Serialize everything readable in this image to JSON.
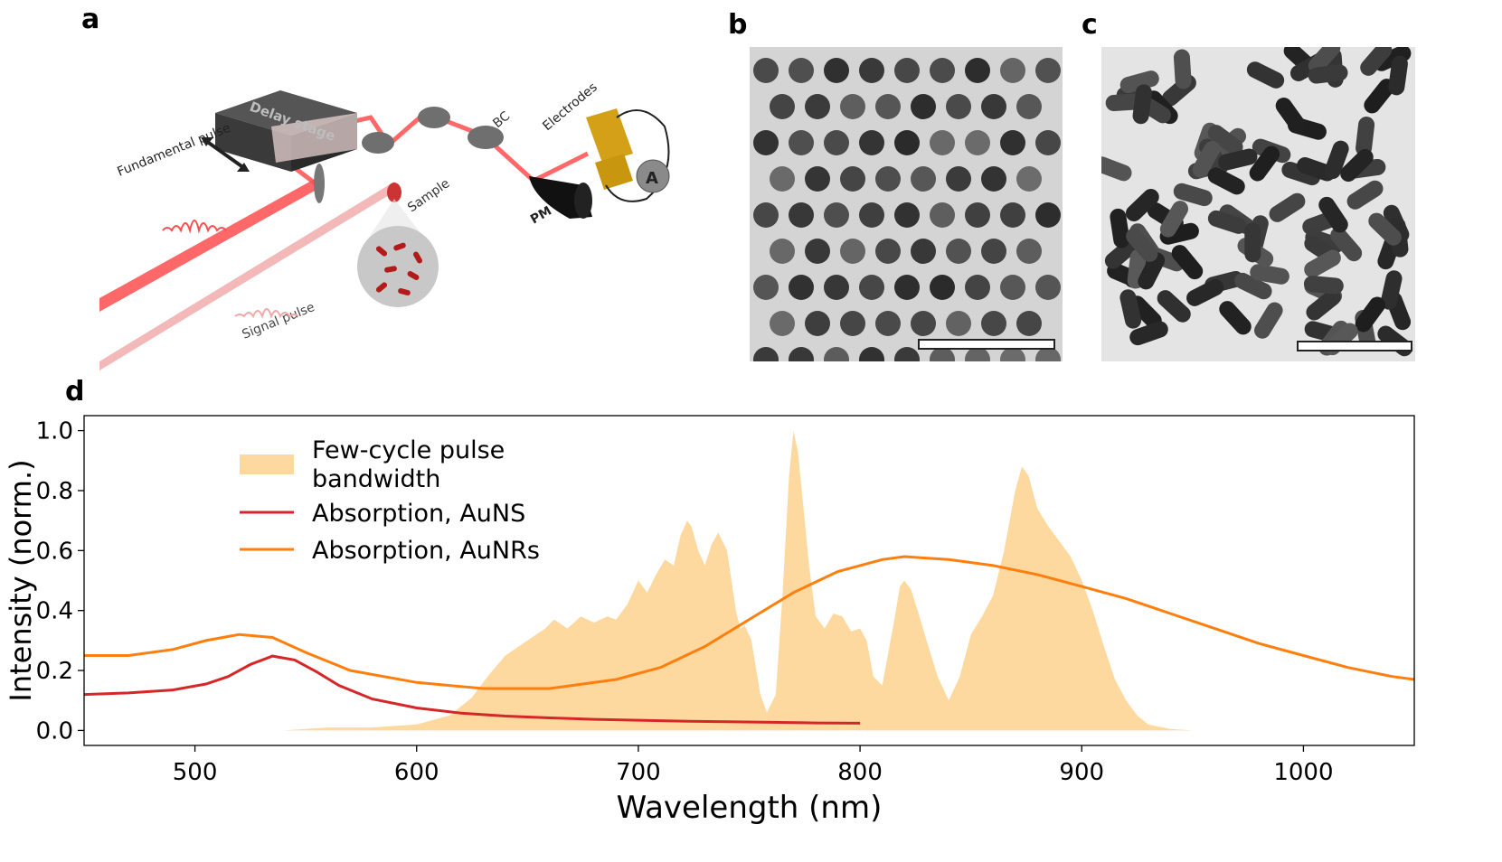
{
  "panel_labels": {
    "a": "a",
    "b": "b",
    "c": "c",
    "d": "d"
  },
  "setup": {
    "delay_stage": "Delay stage",
    "fundamental_pulse": "Fundamental pulse",
    "signal_pulse": "Signal pulse",
    "sample": "Sample",
    "bc": "BC",
    "electrodes": "Electrodes",
    "pm": "PM",
    "ammeter": "A",
    "colors": {
      "beam": "#ff4d4d",
      "beam_faded": "#f0a8a8",
      "gold": "#d4a017",
      "stage": "#333333"
    }
  },
  "tem_images": {
    "b": {
      "subject": "gold nanospheres (AuNS)"
    },
    "c": {
      "subject": "gold nanorods (AuNRs)"
    }
  },
  "chart_data": {
    "type": "line",
    "xlabel": "Wavelength (nm)",
    "ylabel": "Intensity (norm.)",
    "xlim": [
      450,
      1050
    ],
    "ylim": [
      -0.05,
      1.05
    ],
    "xticks": [
      500,
      600,
      700,
      800,
      900,
      1000
    ],
    "yticks": [
      0.0,
      0.2,
      0.4,
      0.6,
      0.8,
      1.0
    ],
    "ytick_labels": [
      "0.0",
      "0.2",
      "0.4",
      "0.6",
      "0.8",
      "1.0"
    ],
    "grid": false,
    "legend_position": "upper-left",
    "series": [
      {
        "name": "Few-cycle pulse bandwidth",
        "kind": "area",
        "color": "#fdd9a0",
        "x": [
          450,
          540,
          560,
          580,
          600,
          615,
          625,
          632,
          640,
          650,
          658,
          662,
          668,
          674,
          680,
          686,
          690,
          695,
          700,
          704,
          708,
          712,
          716,
          719,
          722,
          724,
          727,
          730,
          733,
          736,
          740,
          744,
          746,
          748,
          751,
          755,
          758,
          762,
          765,
          768,
          770,
          772,
          774,
          777,
          780,
          784,
          788,
          792,
          796,
          800,
          803,
          806,
          810,
          815,
          818,
          820,
          823,
          826,
          830,
          835,
          840,
          845,
          850,
          855,
          860,
          865,
          870,
          873,
          876,
          880,
          885,
          890,
          895,
          900,
          905,
          910,
          915,
          920,
          925,
          930,
          940,
          950,
          1050
        ],
        "y": [
          0.0,
          0.0,
          0.01,
          0.01,
          0.02,
          0.05,
          0.11,
          0.18,
          0.25,
          0.3,
          0.34,
          0.37,
          0.34,
          0.38,
          0.36,
          0.38,
          0.37,
          0.42,
          0.5,
          0.46,
          0.52,
          0.57,
          0.55,
          0.65,
          0.7,
          0.68,
          0.6,
          0.55,
          0.62,
          0.66,
          0.6,
          0.4,
          0.34,
          0.35,
          0.3,
          0.12,
          0.06,
          0.12,
          0.45,
          0.85,
          1.0,
          0.93,
          0.78,
          0.55,
          0.38,
          0.34,
          0.39,
          0.38,
          0.33,
          0.34,
          0.3,
          0.18,
          0.15,
          0.35,
          0.48,
          0.5,
          0.47,
          0.4,
          0.3,
          0.18,
          0.1,
          0.18,
          0.32,
          0.38,
          0.45,
          0.6,
          0.8,
          0.88,
          0.85,
          0.74,
          0.68,
          0.63,
          0.58,
          0.5,
          0.4,
          0.28,
          0.17,
          0.1,
          0.05,
          0.02,
          0.005,
          0.0,
          0.0
        ]
      },
      {
        "name": "Absorption, AuNS",
        "kind": "line",
        "color": "#d62728",
        "x": [
          450,
          470,
          490,
          505,
          515,
          525,
          535,
          545,
          555,
          565,
          580,
          600,
          620,
          640,
          660,
          680,
          700,
          720,
          740,
          760,
          780,
          800
        ],
        "y": [
          0.12,
          0.125,
          0.135,
          0.155,
          0.18,
          0.22,
          0.248,
          0.235,
          0.195,
          0.15,
          0.105,
          0.075,
          0.058,
          0.048,
          0.042,
          0.037,
          0.034,
          0.031,
          0.029,
          0.027,
          0.025,
          0.024
        ]
      },
      {
        "name": "Absorption, AuNRs",
        "kind": "line",
        "color": "#ff7f0e",
        "x": [
          450,
          470,
          490,
          505,
          520,
          535,
          550,
          570,
          600,
          630,
          660,
          690,
          710,
          730,
          750,
          770,
          790,
          810,
          820,
          840,
          860,
          880,
          900,
          920,
          940,
          960,
          980,
          1000,
          1020,
          1040,
          1050
        ],
        "y": [
          0.25,
          0.25,
          0.27,
          0.3,
          0.32,
          0.31,
          0.26,
          0.2,
          0.16,
          0.14,
          0.14,
          0.17,
          0.21,
          0.28,
          0.37,
          0.46,
          0.53,
          0.57,
          0.58,
          0.57,
          0.55,
          0.52,
          0.48,
          0.44,
          0.39,
          0.34,
          0.29,
          0.25,
          0.21,
          0.18,
          0.17
        ]
      }
    ]
  }
}
